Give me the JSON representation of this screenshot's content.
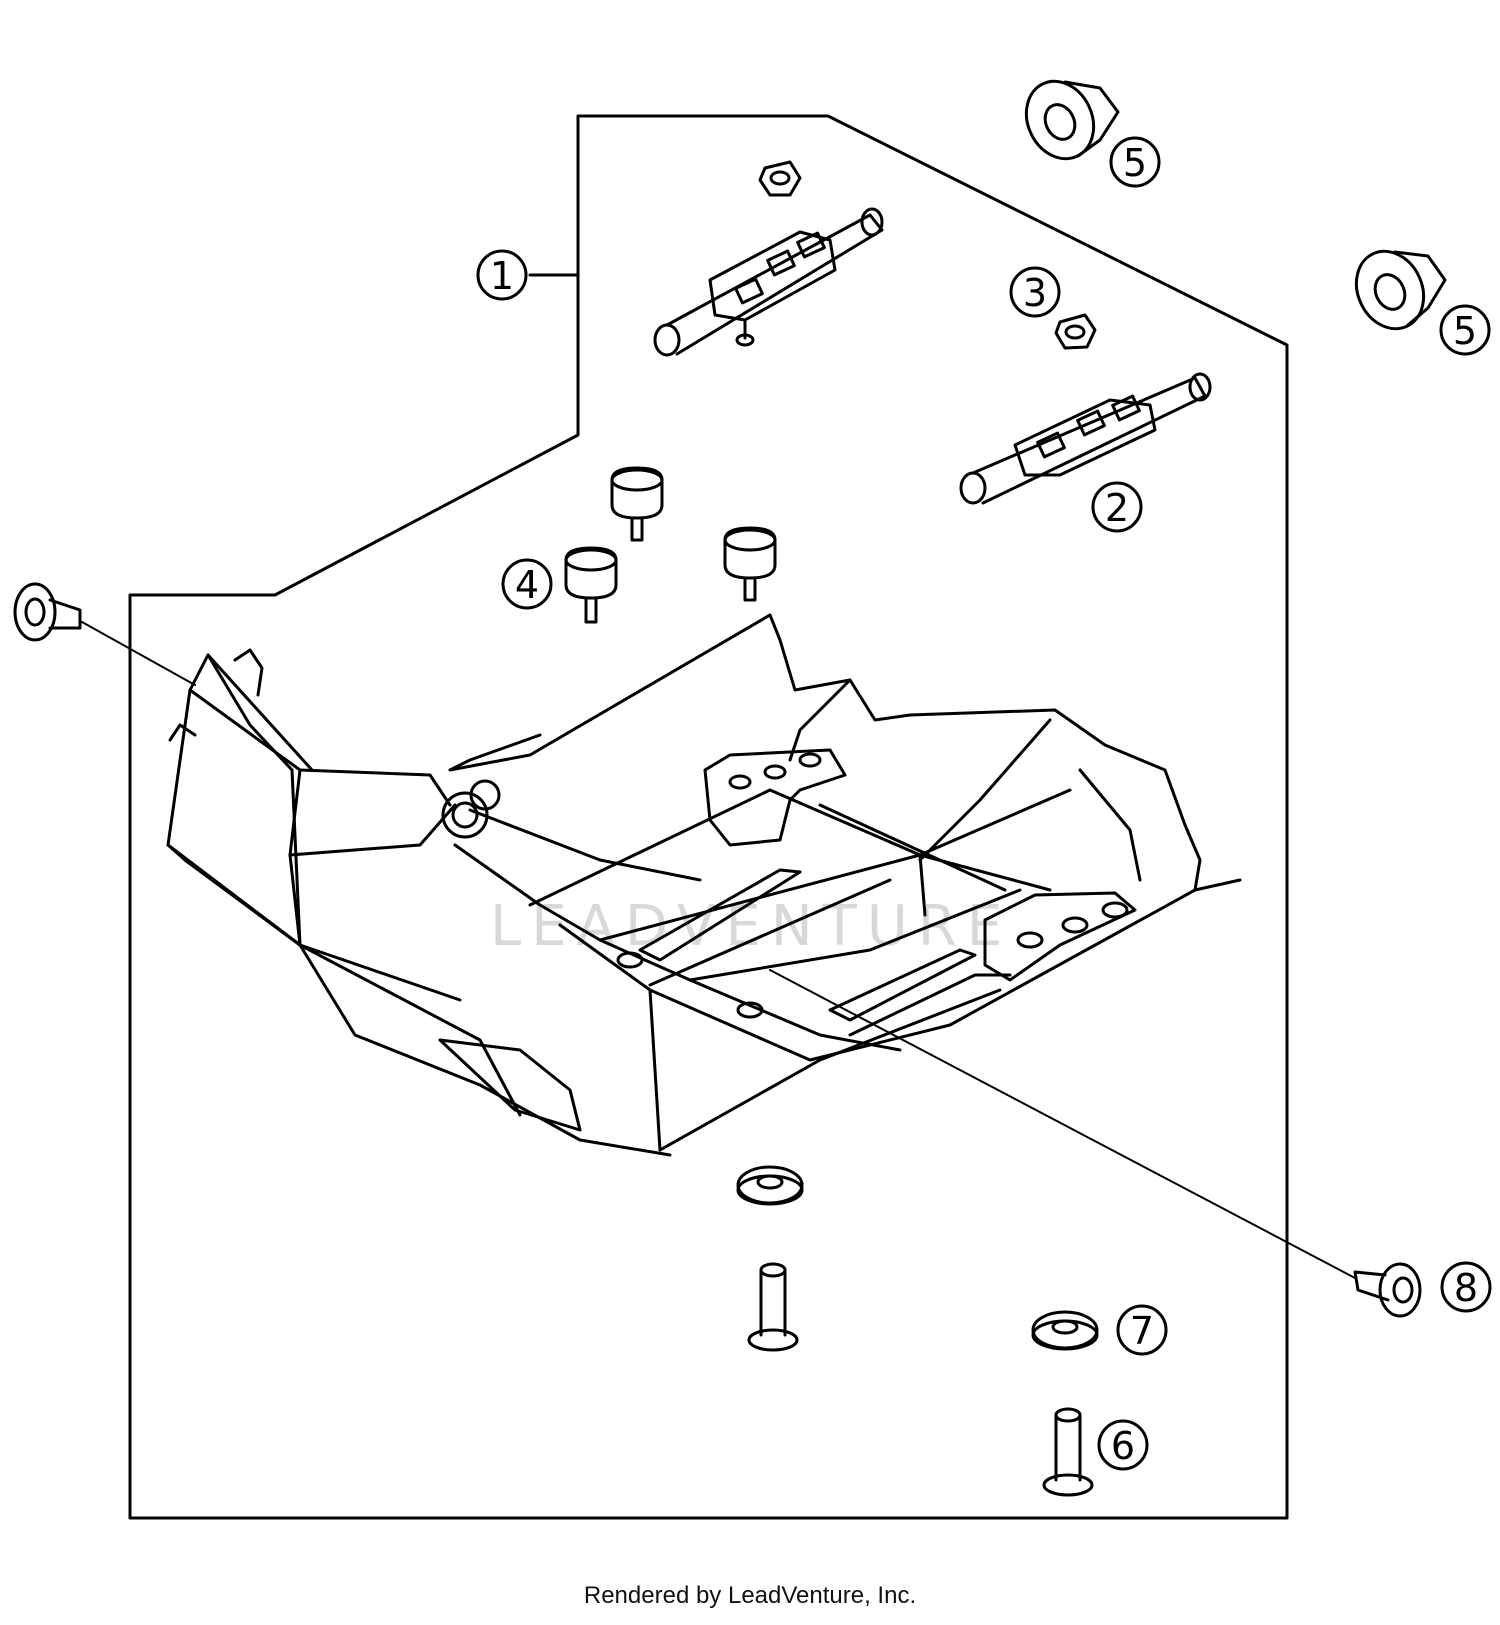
{
  "diagram": {
    "callouts": [
      {
        "id": "1",
        "label": "1"
      },
      {
        "id": "2",
        "label": "2"
      },
      {
        "id": "3",
        "label": "3"
      },
      {
        "id": "4",
        "label": "4"
      },
      {
        "id": "5a",
        "label": "5"
      },
      {
        "id": "5b",
        "label": "5"
      },
      {
        "id": "6",
        "label": "6"
      },
      {
        "id": "7",
        "label": "7"
      },
      {
        "id": "8",
        "label": "8"
      }
    ],
    "watermark": "LEADVENTURE"
  },
  "footer": {
    "text": "Rendered by LeadVenture, Inc."
  }
}
